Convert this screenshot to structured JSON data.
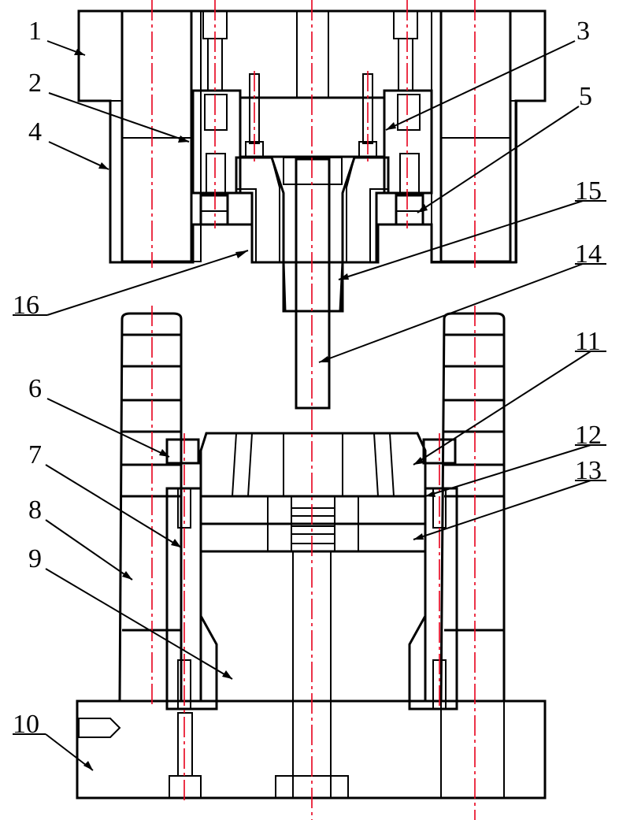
{
  "labels": [
    "1",
    "2",
    "3",
    "4",
    "5",
    "6",
    "7",
    "8",
    "9",
    "10",
    "11",
    "12",
    "13",
    "14",
    "15",
    "16"
  ],
  "colors": {
    "section_hatch": "#e8001c",
    "metal_hatch": "#000000",
    "centerline": "#e8001c",
    "outline": "#000000",
    "background": "#ffffff"
  }
}
